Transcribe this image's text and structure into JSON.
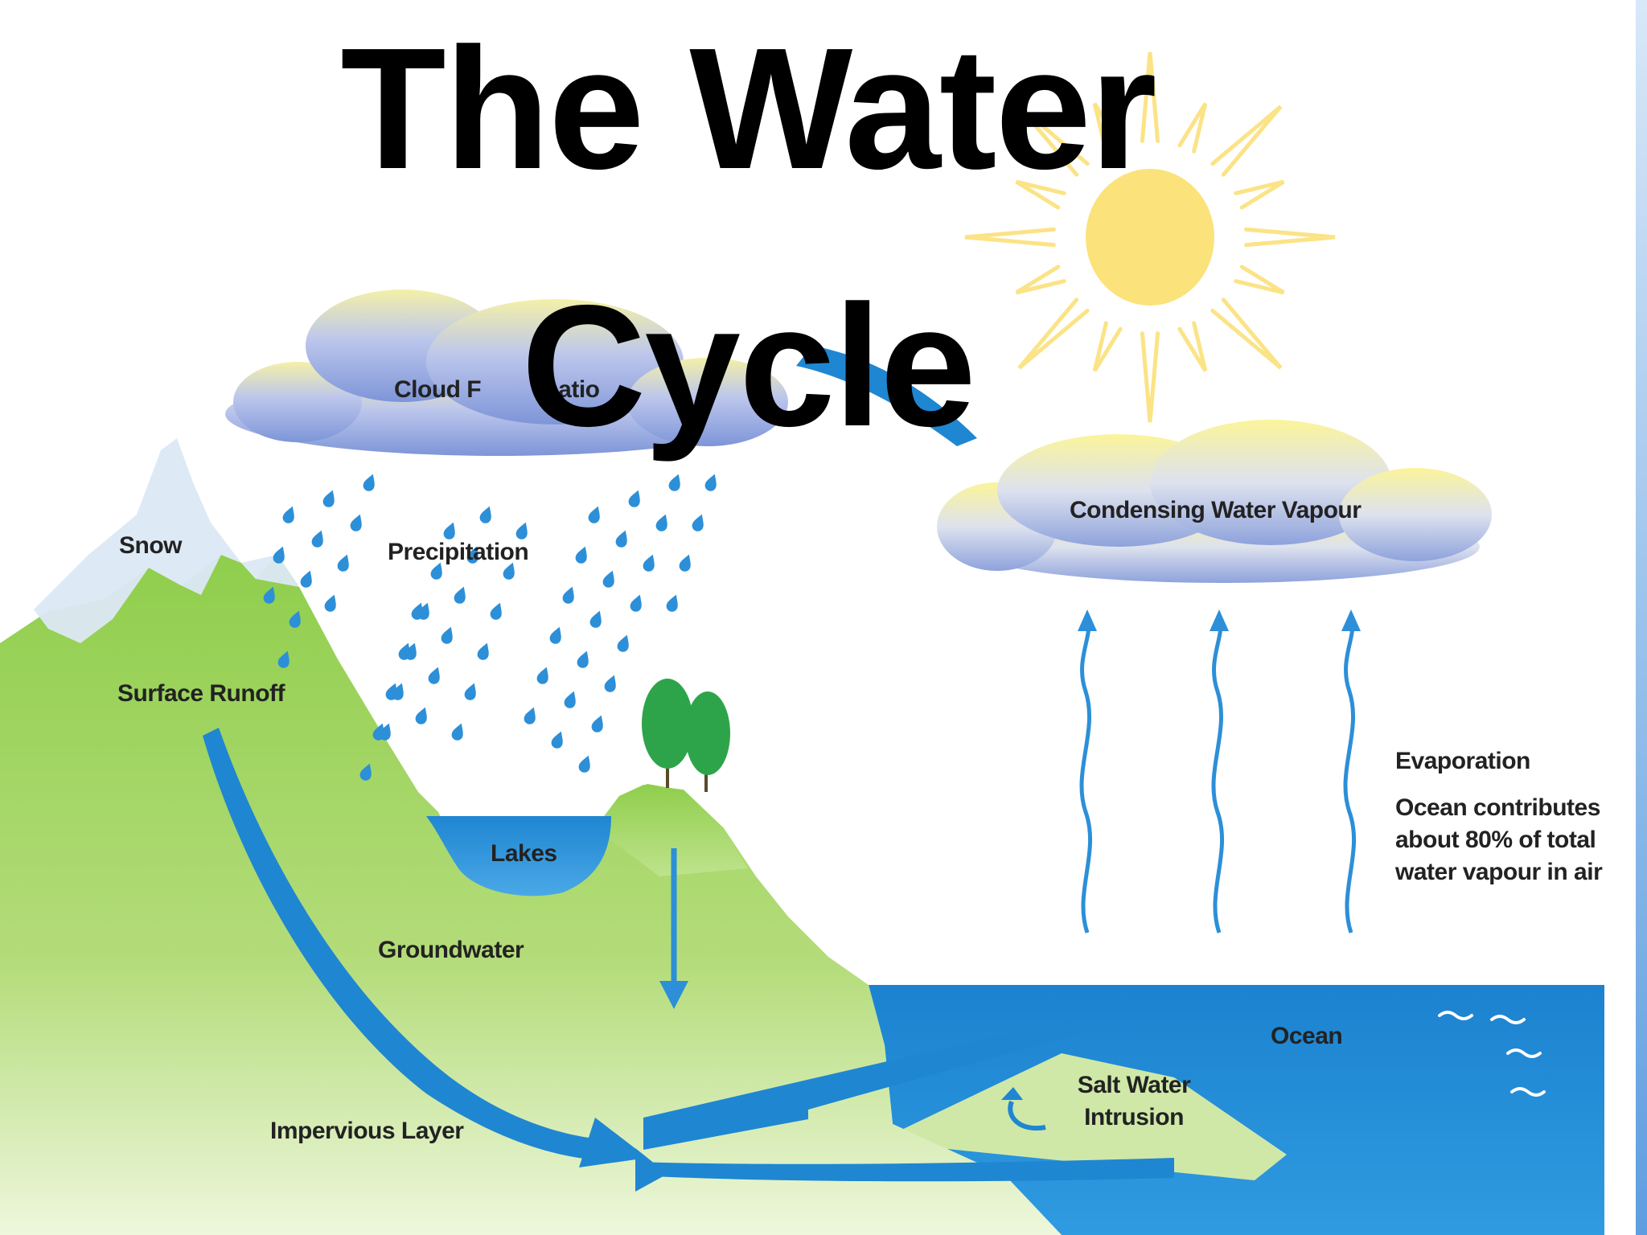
{
  "title": {
    "line1": "The Water",
    "line2": "Cycle"
  },
  "labels": {
    "cloud_formation": "Cloud F",
    "cloud_formation_tail": "matio",
    "condensing": "Condensing Water Vapour",
    "snow": "Snow",
    "precipitation": "Precipitation",
    "surface_runoff": "Surface Runoff",
    "lakes": "Lakes",
    "groundwater": "Groundwater",
    "impervious": "Impervious Layer",
    "ocean": "Ocean",
    "salt_water": "Salt Water Intrusion",
    "evaporation_title": "Evaporation",
    "evaporation_note": "Ocean contributes about 80% of total water vapour in air"
  },
  "colors": {
    "water": "#1f86d2",
    "land": "#8fce4c",
    "sun": "#fbe27a",
    "cloud": "#a9b7e6",
    "text": "#222222"
  }
}
